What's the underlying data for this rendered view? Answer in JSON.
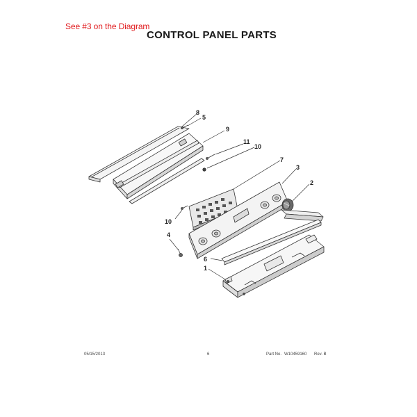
{
  "annotation": "See #3 on the Diagram",
  "title": "CONTROL PANEL PARTS",
  "callouts": {
    "c1": "1",
    "c2": "2",
    "c3": "3",
    "c4": "4",
    "c5": "5",
    "c6": "6",
    "c7": "7",
    "c8": "8",
    "c9": "9",
    "c10a": "10",
    "c10b": "10",
    "c11": "11"
  },
  "footer": {
    "date": "05/15/2013",
    "page": "6",
    "part_label": "Part No.",
    "part_number": "W10459160",
    "rev": "Rev. B"
  },
  "colors": {
    "annotation": "#e0191c",
    "line": "#333333",
    "fill_light": "#f2f2f2",
    "fill_mid": "#d9d9d9",
    "fill_dark": "#555555"
  }
}
